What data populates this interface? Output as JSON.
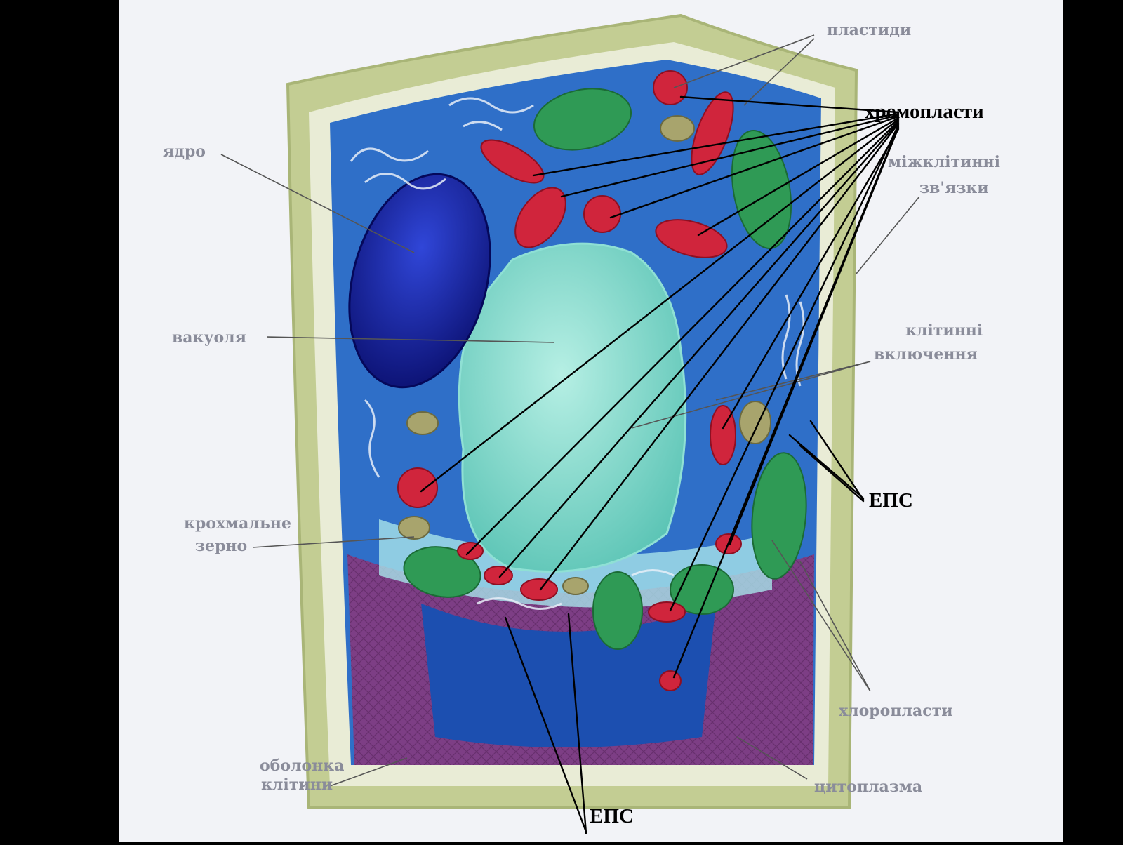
{
  "diagram": {
    "printed_labels": {
      "plastids": "пластиди",
      "nucleus": "ядро",
      "intercellular_connections_line1": "міжклітинні",
      "intercellular_connections_line2": "зв'язки",
      "vacuole": "вакуоля",
      "cell_inclusions_line1": "клітинні",
      "cell_inclusions_line2": "включення",
      "starch_grain_line1": "крохмальне",
      "starch_grain_line2": "зерно",
      "chloroplasts": "хлоропласти",
      "cell_wall_line1": "оболонка",
      "cell_wall_line2": "клітини",
      "cytoplasm": "цитоплазма"
    },
    "handwritten_labels": {
      "chromoplasts": "хромопласти",
      "er_right": "ЕПС",
      "er_bottom": "ЕПС"
    }
  },
  "colors": {
    "background": "#000000",
    "page": "#f2f3f7",
    "cell_wall": "#b9c489",
    "cytoplasm_blue": "#2f6fc8",
    "nucleus": "#10198c",
    "vacuole": "#7fd6c9",
    "chloroplast": "#2f9a55",
    "chromoplast": "#d0253c",
    "lower_cytoplasm": "#7d3e85"
  }
}
